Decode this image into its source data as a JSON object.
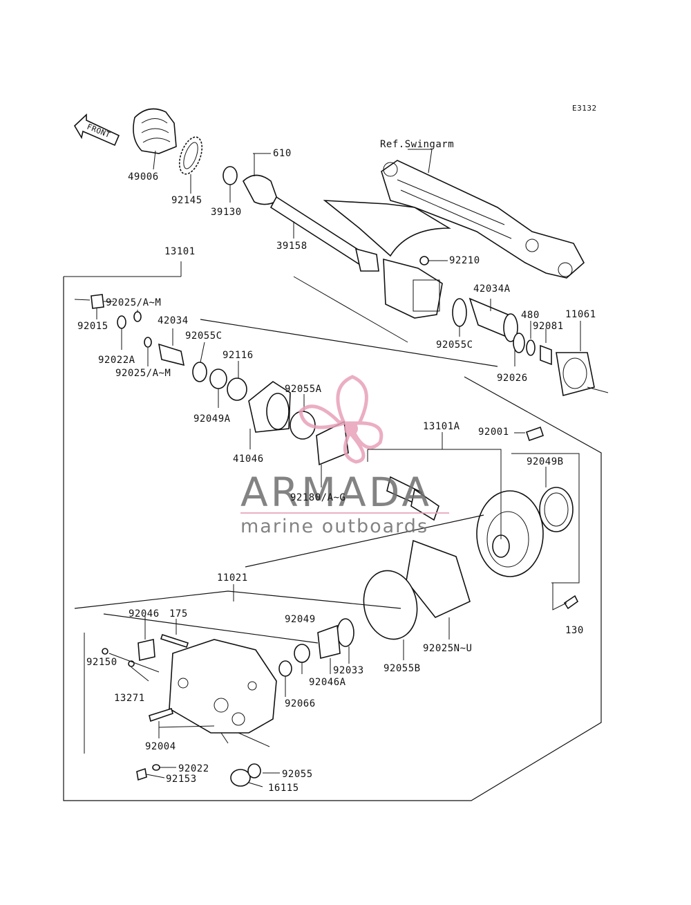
{
  "diagram_code": "E3132",
  "front_label": "FRONT",
  "ref_label": "Ref.Swingarm",
  "parts": [
    {
      "id": "49006",
      "label": "49006"
    },
    {
      "id": "92145",
      "label": "92145"
    },
    {
      "id": "39130",
      "label": "39130"
    },
    {
      "id": "610",
      "label": "610"
    },
    {
      "id": "39158",
      "label": "39158"
    },
    {
      "id": "92210",
      "label": "92210"
    },
    {
      "id": "13101",
      "label": "13101"
    },
    {
      "id": "92025-a-m-top",
      "label": "92025/A~M"
    },
    {
      "id": "92015",
      "label": "92015"
    },
    {
      "id": "92022A",
      "label": "92022A"
    },
    {
      "id": "92025-a-m-bottom",
      "label": "92025/A~M"
    },
    {
      "id": "42034",
      "label": "42034"
    },
    {
      "id": "92055C-left",
      "label": "92055C"
    },
    {
      "id": "92116",
      "label": "92116"
    },
    {
      "id": "92049A",
      "label": "92049A"
    },
    {
      "id": "41046",
      "label": "41046"
    },
    {
      "id": "92055A",
      "label": "92055A"
    },
    {
      "id": "92180",
      "label": "92180/A~G"
    },
    {
      "id": "42034A",
      "label": "42034A"
    },
    {
      "id": "480",
      "label": "480"
    },
    {
      "id": "92081",
      "label": "92081"
    },
    {
      "id": "11061",
      "label": "11061"
    },
    {
      "id": "92055C-right",
      "label": "92055C"
    },
    {
      "id": "92026",
      "label": "92026"
    },
    {
      "id": "13101A",
      "label": "13101A"
    },
    {
      "id": "92001",
      "label": "92001"
    },
    {
      "id": "92049B",
      "label": "92049B"
    },
    {
      "id": "130",
      "label": "130"
    },
    {
      "id": "11021",
      "label": "11021"
    },
    {
      "id": "92046",
      "label": "92046"
    },
    {
      "id": "175",
      "label": "175"
    },
    {
      "id": "92150",
      "label": "92150"
    },
    {
      "id": "13271",
      "label": "13271"
    },
    {
      "id": "92004",
      "label": "92004"
    },
    {
      "id": "92022",
      "label": "92022"
    },
    {
      "id": "92153",
      "label": "92153"
    },
    {
      "id": "92055",
      "label": "92055"
    },
    {
      "id": "16115",
      "label": "16115"
    },
    {
      "id": "92049",
      "label": "92049"
    },
    {
      "id": "92033",
      "label": "92033"
    },
    {
      "id": "92046A",
      "label": "92046A"
    },
    {
      "id": "92066",
      "label": "92066"
    },
    {
      "id": "92055B",
      "label": "92055B"
    },
    {
      "id": "92025N-U",
      "label": "92025N~U"
    }
  ],
  "watermark": {
    "brand": "ARMADA",
    "tagline": "marine outboards",
    "logo_color": "#e8a0b8"
  }
}
